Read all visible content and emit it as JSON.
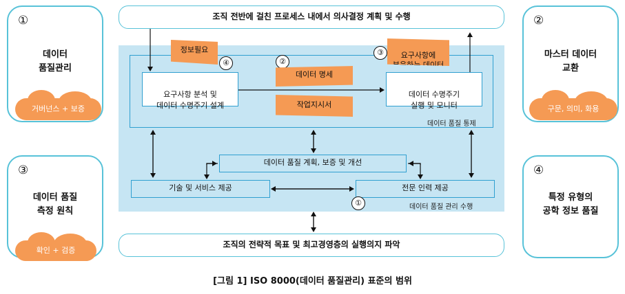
{
  "corners": {
    "tl": {
      "num": "①",
      "title": "데이터\n품질관리",
      "cloud": "거버넌스 + 보증"
    },
    "tr": {
      "num": "②",
      "title": "마스터 데이터\n교환",
      "cloud": "구문, 의미, 화용"
    },
    "bl": {
      "num": "③",
      "title": "데이터 품질\n측정 원칙",
      "cloud": "확인 + 검증"
    },
    "br": {
      "num": "④",
      "title": "특정 유형의\n공학 정보 품질"
    }
  },
  "top_bar": "조직 전반에 걸친 프로세스 내에서 의사결정 계획 및 수행",
  "bottom_bar": "조직의 전략적 목표 및 최고경영층의 실행의지 파악",
  "governance": {
    "label": "데이터 품질 통제",
    "req_box": "요구사항 분석 및\n데이터 수명주기 설계",
    "exec_box": "데이터 수명주기\n실행 및 모니터",
    "flag_info": "정보필요",
    "flag_info_num": "④",
    "flag_spec": "데이터 명세",
    "flag_spec_num": "②",
    "flag_work": "작업지시서",
    "flag_req": "요구사항에\n부응하는 데이터",
    "flag_req_num": "③"
  },
  "execution": {
    "label": "데이터 품질 관리 수행",
    "plan_box": "데이터 품질 계획, 보증 및 개선",
    "tech_box": "기술 및 서비스 제공",
    "staff_box": "전문 인력 제공",
    "staff_num": "①"
  },
  "caption": "[그림 1] ISO 8000(데이터 품질관리) 표준의 범위",
  "colors": {
    "panel": "#c6e5f3",
    "border": "#2f9fd0",
    "accent": "#f59a54",
    "card_border": "#57c2d8"
  }
}
